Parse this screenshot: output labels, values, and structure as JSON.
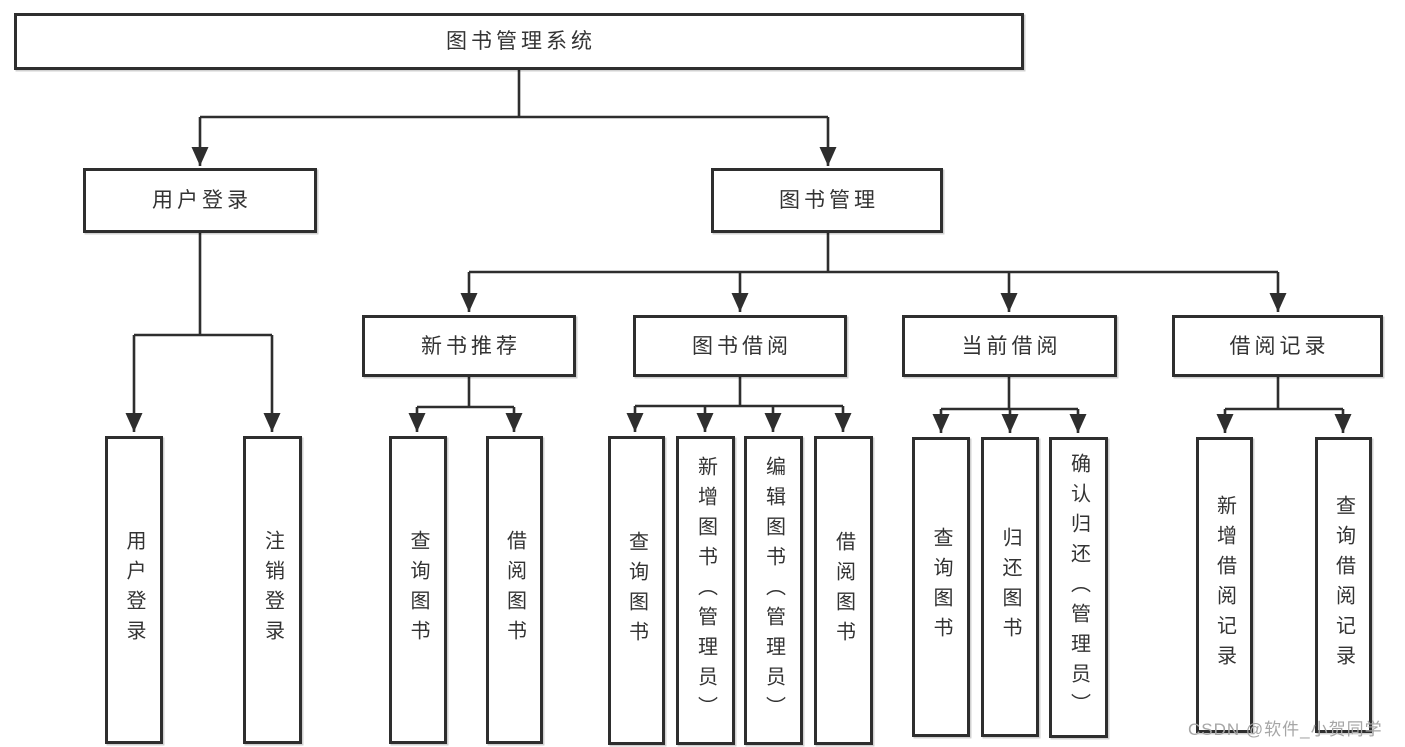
{
  "watermark": "CSDN @软件_小贺同学",
  "colors": {
    "line": "#2e2e2e",
    "box_border": "#2e2e2e",
    "text": "#333333",
    "watermark": "#a6a6a6",
    "background": "#ffffff"
  },
  "tree": {
    "root": {
      "label": "图书管理系统"
    },
    "user_login": {
      "label": "用户登录",
      "children": [
        {
          "label": "用户登录"
        },
        {
          "label": "注销登录"
        }
      ]
    },
    "book_mgmt": {
      "label": "图书管理",
      "groups": [
        {
          "label": "新书推荐",
          "children": [
            {
              "label": "查询图书"
            },
            {
              "label": "借阅图书"
            }
          ]
        },
        {
          "label": "图书借阅",
          "children": [
            {
              "label": "查询图书"
            },
            {
              "label": "新增图书（管理员）"
            },
            {
              "label": "编辑图书（管理员）"
            },
            {
              "label": "借阅图书"
            }
          ]
        },
        {
          "label": "当前借阅",
          "children": [
            {
              "label": "查询图书"
            },
            {
              "label": "归还图书"
            },
            {
              "label": "确认归还（管理员）"
            }
          ]
        },
        {
          "label": "借阅记录",
          "children": [
            {
              "label": "新增借阅记录"
            },
            {
              "label": "查询借阅记录"
            }
          ]
        }
      ]
    }
  }
}
